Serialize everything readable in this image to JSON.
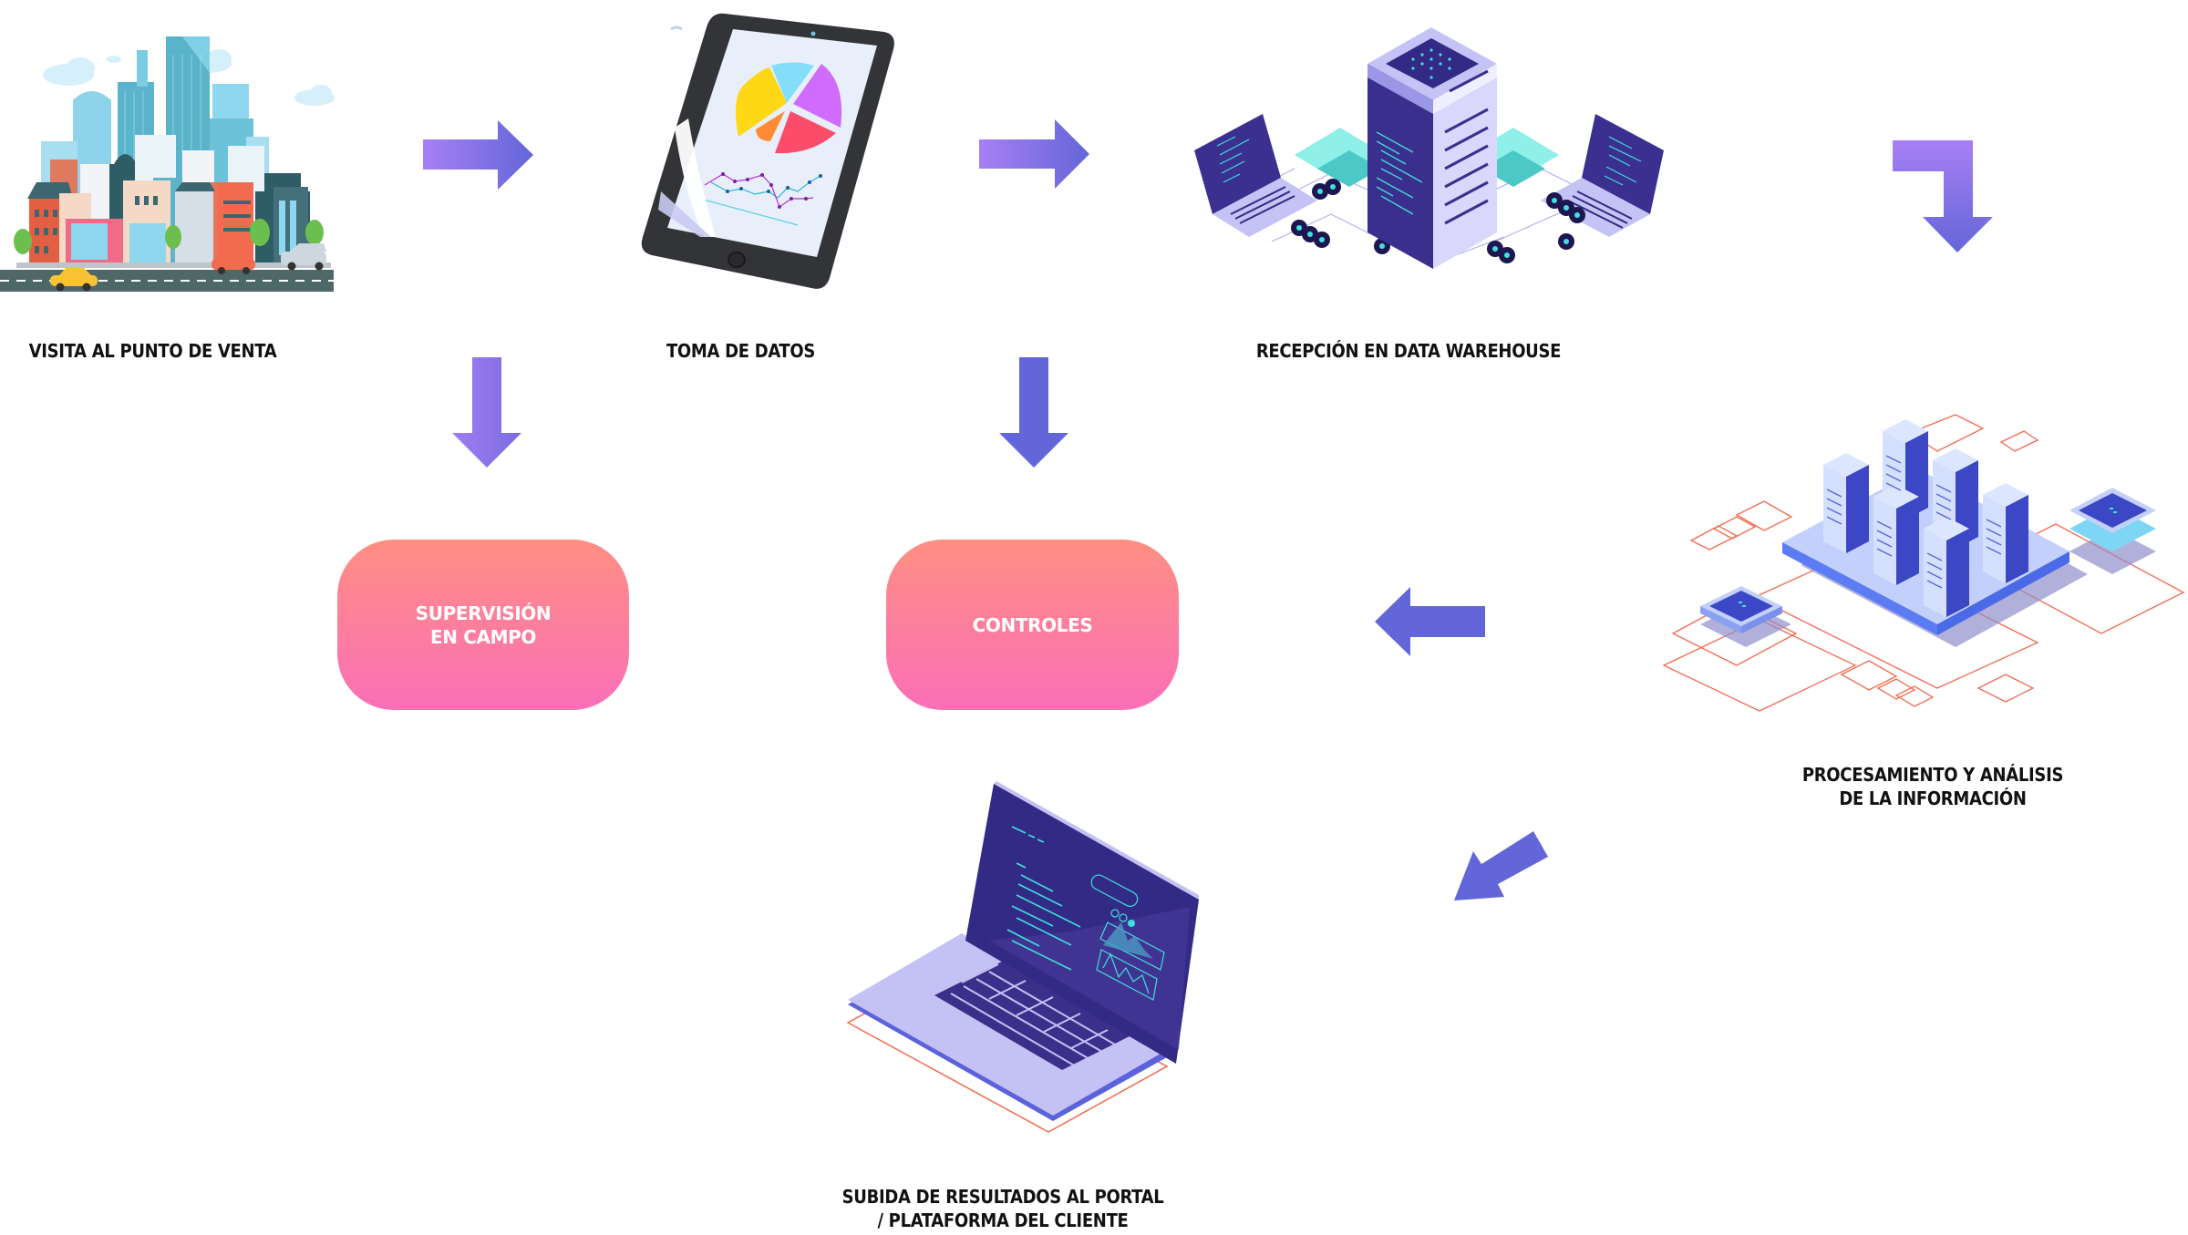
{
  "diagram": {
    "title": "Flujo del proceso",
    "steps": [
      {
        "id": "visita",
        "label": "VISITA AL PUNTO DE VENTA",
        "icon": "city-illustration"
      },
      {
        "id": "toma",
        "label": "TOMA DE DATOS",
        "icon": "tablet-chart-illustration"
      },
      {
        "id": "recepcion",
        "label": "RECEPCIÓN EN DATA WAREHOUSE",
        "icon": "server-tower-illustration"
      },
      {
        "id": "procesamiento",
        "label_lines": [
          "PROCESAMIENTO Y ANÁLISIS",
          "DE LA INFORMACIÓN"
        ],
        "icon": "server-cluster-illustration"
      },
      {
        "id": "subida",
        "label_lines": [
          "SUBIDA DE RESULTADOS AL PORTAL",
          "/ PLATAFORMA DEL CLIENTE"
        ],
        "icon": "laptop-dashboard-illustration"
      }
    ],
    "side_boxes": [
      {
        "id": "supervision",
        "label_lines": [
          "SUPERVISIÓN",
          "EN CAMPO"
        ]
      },
      {
        "id": "controles",
        "label_lines": [
          "CONTROLES"
        ]
      }
    ],
    "connections": [
      {
        "from": "visita",
        "to": "toma",
        "direction": "right"
      },
      {
        "from": "toma",
        "to": "recepcion",
        "direction": "right"
      },
      {
        "from": "recepcion",
        "to": "procesamiento",
        "direction": "corner-down"
      },
      {
        "from": "visita",
        "to": "supervision",
        "direction": "down"
      },
      {
        "from": "toma",
        "to": "controles",
        "direction": "down"
      },
      {
        "from": "procesamiento",
        "to": "controles",
        "direction": "left"
      },
      {
        "from": "procesamiento",
        "to": "subida",
        "direction": "down-left"
      }
    ]
  },
  "colors": {
    "arrow_light": "#a87ff5",
    "arrow_dark": "#6366d8",
    "box_top": "#fe8f82",
    "box_bottom": "#fb6fb8",
    "box_text": "#ffffff",
    "label_text": "#111111",
    "accent_orange": "#f26b4e",
    "server_navy": "#332a85",
    "server_lilac": "#c5c3f5",
    "teal": "#3ee0e0"
  }
}
